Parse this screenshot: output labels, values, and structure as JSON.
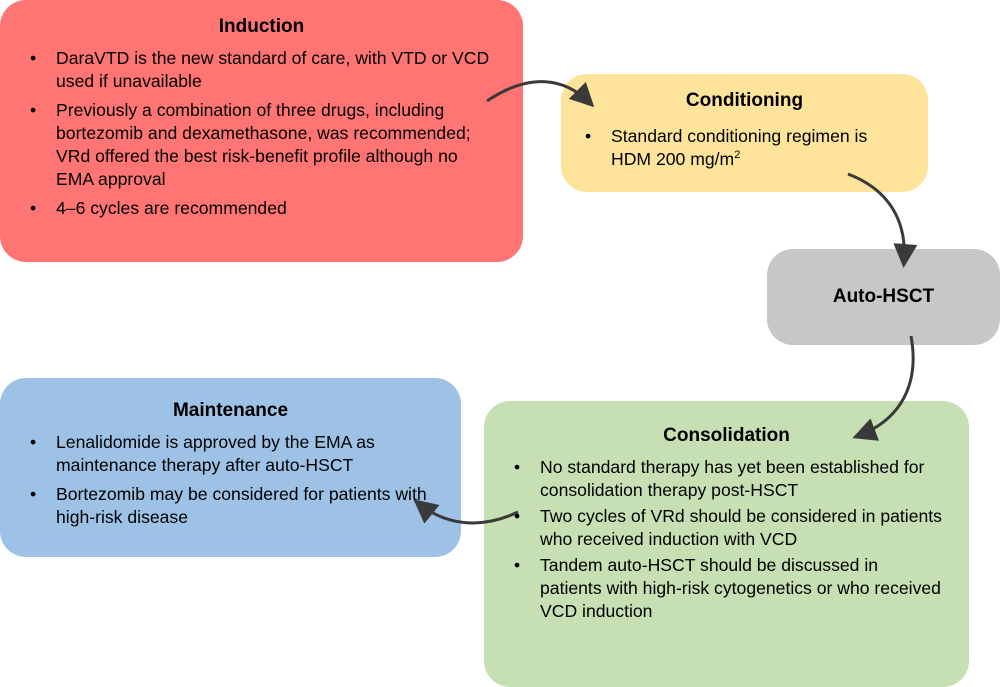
{
  "induction": {
    "title": "Induction",
    "bullets": [
      "DaraVTD is the new standard of care, with VTD or VCD used if unavailable",
      "Previously a combination of three drugs, including bortezomib and dexamethasone, was recommended; VRd offered the best risk-benefit profile although no EMA approval",
      "4–6 cycles are recommended"
    ]
  },
  "conditioning": {
    "title": "Conditioning",
    "bullet_text": "Standard conditioning regimen is HDM 200 mg/m",
    "bullet_superscript": "2"
  },
  "autohsct": {
    "title": "Auto-HSCT"
  },
  "consolidation": {
    "title": "Consolidation",
    "bullets": [
      "No standard therapy has yet been established for consolidation therapy post-HSCT",
      "Two cycles of VRd should be considered in patients who received induction with VCD",
      "Tandem auto-HSCT should be discussed in patients with high-risk cytogenetics or who received VCD induction"
    ]
  },
  "maintenance": {
    "title": "Maintenance",
    "bullets": [
      "Lenalidomide is approved by the EMA as maintenance therapy after auto-HSCT",
      "Bortezomib may be considered for patients with high-risk disease"
    ]
  },
  "bullet_symbol": "•",
  "colors": {
    "induction": "#ff7574",
    "conditioning": "#fee49a",
    "autohsct": "#c7c7c7",
    "consolidation": "#c6e0b3",
    "maintenance": "#9dc2e6",
    "arrow": "#3a3a3a"
  }
}
